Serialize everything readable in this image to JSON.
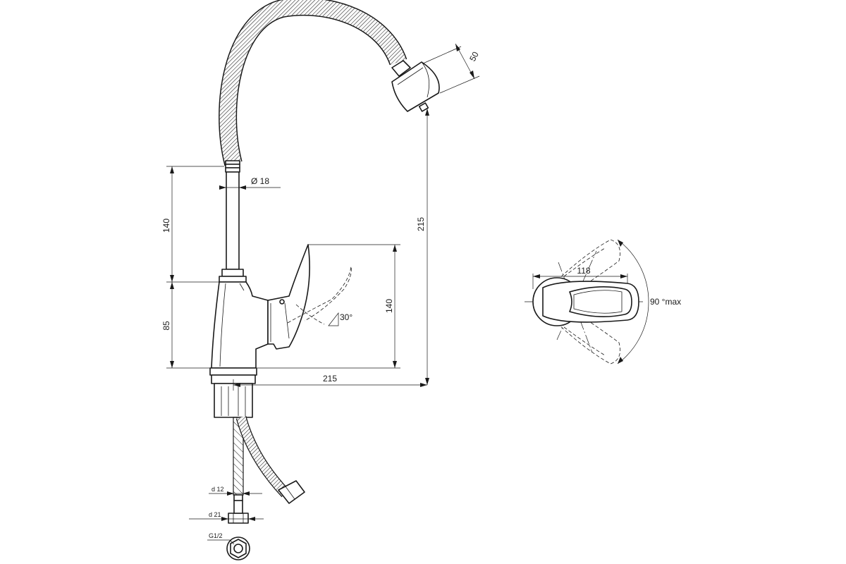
{
  "dimensions": {
    "stem_diameter": "Ø 18",
    "stem_length": "140",
    "body_height": "85",
    "lever_height": "140",
    "lever_angle": "30°",
    "reach": "215",
    "total_height": "215",
    "nozzle_width": "50",
    "top_view_width": "118",
    "rotation_limit": "90 °max",
    "hose_inner": "d 12",
    "hose_outer": "d 21",
    "thread": "G1/2"
  },
  "colors": {
    "line": "#1a1a1a",
    "background": "#ffffff"
  }
}
